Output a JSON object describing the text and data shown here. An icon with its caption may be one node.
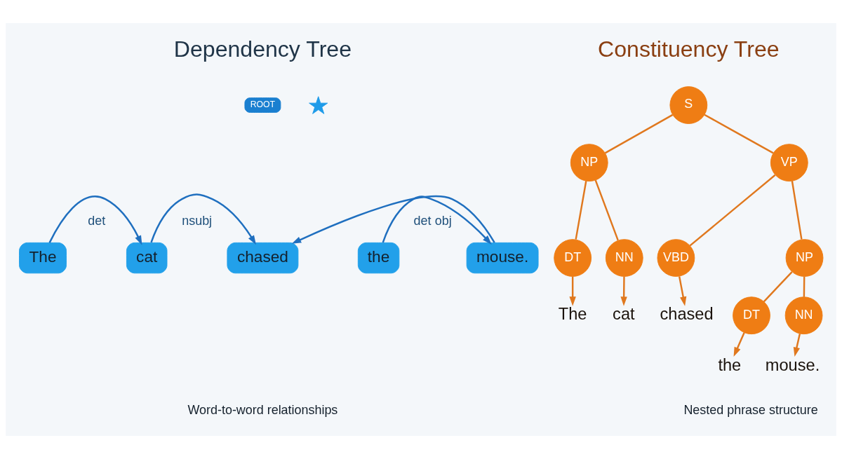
{
  "diagram": {
    "nodes": [
      {
        "text": [],
        "shape": "star"
      },
      {
        "text": [
          "ROOT"
        ]
      },
      {
        "text": [
          "The"
        ]
      },
      {
        "text": [
          "cat"
        ]
      },
      {
        "text": [
          "chased"
        ]
      },
      {
        "text": [
          "the"
        ]
      },
      {
        "text": [
          "mouse."
        ]
      },
      {
        "text": [
          "S"
        ]
      },
      {
        "text": [
          "NP"
        ]
      },
      {
        "text": [
          "VP"
        ]
      },
      {
        "text": [
          "DT"
        ]
      },
      {
        "text": [
          "NN"
        ]
      },
      {
        "text": [
          "VBD"
        ]
      },
      {
        "text": [
          "NP"
        ]
      },
      {
        "text": [
          "The"
        ]
      },
      {
        "text": [
          "cat"
        ]
      },
      {
        "text": [
          "chased"
        ]
      },
      {
        "text": [
          "DT"
        ]
      },
      {
        "text": [
          "NN"
        ]
      },
      {
        "text": [
          "the"
        ]
      },
      {
        "text": [
          "mouse."
        ]
      }
    ],
    "edges": [
      {
        "from": 2,
        "to": 3,
        "arrow": "to",
        "label": "det",
        "color": "#1f6fbf"
      },
      {
        "from": 3,
        "to": 4,
        "arrow": "to",
        "label": "nsubj",
        "color": "#1f6fbf"
      },
      {
        "from": 6,
        "to": 4,
        "arrow": "to",
        "label": "obj",
        "color": "#1f6fbf"
      },
      {
        "from": 5,
        "to": 6,
        "arrow": "to",
        "label": "det",
        "color": "#1f6fbf"
      },
      {
        "from": 7,
        "to": 8,
        "arrow": "none"
      },
      {
        "from": 7,
        "to": 9,
        "arrow": "none"
      },
      {
        "from": 8,
        "to": 10,
        "arrow": "none"
      },
      {
        "from": 8,
        "to": 11,
        "arrow": "none"
      },
      {
        "from": 9,
        "to": 12,
        "arrow": "none"
      },
      {
        "from": 9,
        "to": 13,
        "arrow": "none"
      },
      {
        "from": 10,
        "to": 14,
        "arrow": "to"
      },
      {
        "from": 11,
        "to": 15,
        "arrow": "to"
      },
      {
        "from": 12,
        "to": 16,
        "arrow": "to"
      },
      {
        "from": 13,
        "to": 17,
        "arrow": "none"
      },
      {
        "from": 13,
        "to": 18,
        "arrow": "none"
      },
      {
        "from": 17,
        "to": 19,
        "arrow": "to"
      },
      {
        "from": 18,
        "to": 20,
        "arrow": "to"
      }
    ],
    "labels": [
      "Dependency Tree",
      "Constituency Tree",
      "Word-to-word relationships",
      "Nested phrase structure"
    ]
  }
}
